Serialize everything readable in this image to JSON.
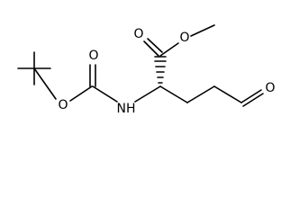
{
  "molecule": {
    "atoms": {
      "ester_O_carbonyl": "O",
      "ester_O_methoxy": "O",
      "boc_O_carbonyl": "O",
      "boc_O_ester": "O",
      "amide_N": "NH",
      "aldehyde_O": "O"
    }
  }
}
